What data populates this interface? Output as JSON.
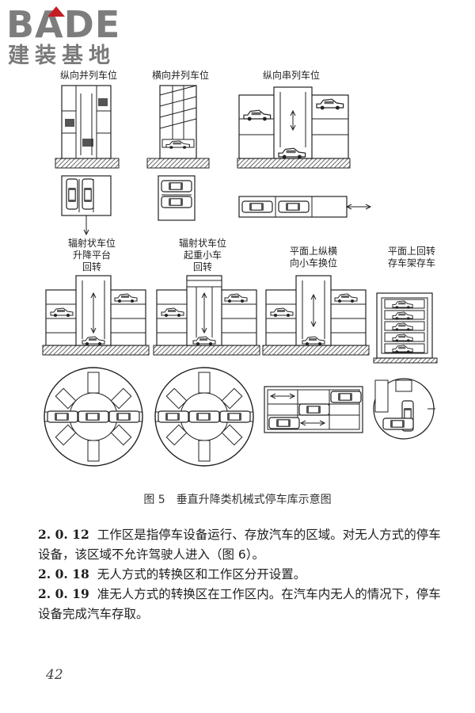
{
  "logo": {
    "word": "BADE",
    "sub": "建装基地",
    "accent_color": "#c41e24"
  },
  "figure": {
    "labels": {
      "l1": "纵向并列车位",
      "l2": "横向并列车位",
      "l3": "纵向串列车位",
      "l4": "辐射状车位\n升降平台\n回转",
      "l5": "辐射状车位\n起重小车\n回转",
      "l6": "平面上纵横\n向小车换位",
      "l7": "平面上回转\n存车架存车"
    },
    "caption": "图 5　垂直升降类机械式停车库示意图"
  },
  "paragraphs": [
    {
      "num": "2. 0. 12",
      "text": "工作区是指停车设备运行、存放汽车的区域。对无人方式的停车设备，该区域不允许驾驶人进入（图 6）。"
    },
    {
      "num": "2. 0. 18",
      "text": "无人方式的转换区和工作区分开设置。"
    },
    {
      "num": "2. 0. 19",
      "text": "准无人方式的转换区在工作区内。在汽车内无人的情况下，停车设备完成汽车存取。"
    }
  ],
  "page_number": "42"
}
